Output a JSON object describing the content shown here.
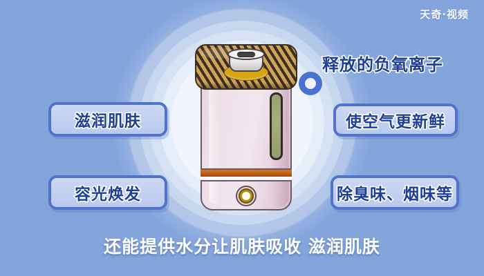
{
  "watermark": {
    "text": "天奇·视频"
  },
  "callouts": {
    "top_left": {
      "label": "滋润肌肤"
    },
    "bottom_left": {
      "label": "容光焕发"
    },
    "top_right": {
      "label": "使空气更新鲜"
    },
    "bottom_right": {
      "label": "除臭味、烟味等"
    },
    "ions": {
      "label": "释放的负氧离子"
    }
  },
  "subtitle": {
    "text": "还能提供水分让肌肤吸收 滋润肌肤"
  },
  "device": {
    "name": "humidifier",
    "icons": {
      "marker": "blue-ring-marker",
      "nozzle": "mist-nozzle-icon",
      "window": "water-level-window",
      "knob": "power-knob-icon"
    }
  },
  "colors": {
    "background": "#84a5dc",
    "callout_border": "#5272cc",
    "callout_fill": "#c3d1f1",
    "text_blue": "#1d3f96",
    "marker_blue": "#4a72d2",
    "body_pink": "#eddfe8",
    "copper_band": "#b95d18",
    "lid_stripe_dark": "#3b2f22",
    "lid_stripe_gold": "#cfa35a",
    "water_window": "#9ea373",
    "knob_gold": "#b8900e"
  }
}
